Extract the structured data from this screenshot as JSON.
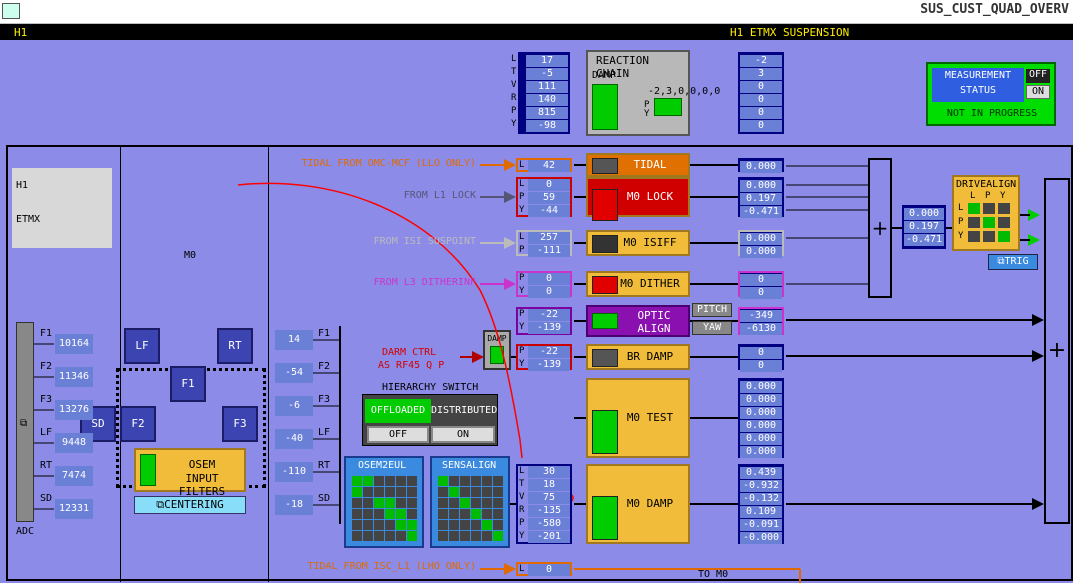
{
  "window": {
    "title": "SUS_CUST_QUAD_OVERV"
  },
  "header": {
    "left": "H1",
    "center": "H1 ETMX SUSPENSION"
  },
  "measurement": {
    "label1": "MEASUREMENT",
    "label2": "STATUS",
    "off": "OFF",
    "on": "ON",
    "status": "NOT IN PROGRESS"
  },
  "reaction": {
    "title": "REACTION CHAIN",
    "damp": "DAMP",
    "offsets": [
      "-2",
      "3",
      "0",
      "0",
      "0",
      "0"
    ],
    "p": "P",
    "y": "Y",
    "dofs": [
      "L",
      "T",
      "V",
      "R",
      "P",
      "Y"
    ],
    "values": [
      "17",
      "-5",
      "111",
      "140",
      "815",
      "-98"
    ]
  },
  "id": {
    "line1": "H1",
    "line2": "ETMX"
  },
  "m0_label": "M0",
  "rows": {
    "tidal": {
      "src": "TIDAL FROM OMC-MCF (LLO ONLY)",
      "dof": [
        "L"
      ],
      "vals": [
        "42"
      ],
      "btn": "TIDAL",
      "out": [
        "0.000"
      ]
    },
    "lock": {
      "src": "FROM L1 LOCK",
      "dof": [
        "L",
        "P",
        "Y"
      ],
      "vals": [
        "0",
        "59",
        "-44"
      ],
      "btn": "M0 LOCK",
      "out": [
        "0.000",
        "0.197",
        "-0.471"
      ]
    },
    "isiff": {
      "src": "FROM ISI SUSPOINT",
      "dof": [
        "L",
        "P"
      ],
      "vals": [
        "257",
        "-111"
      ],
      "btn": "M0 ISIFF",
      "out": [
        "0.000",
        "0.000"
      ]
    },
    "dither": {
      "src": "FROM L3 DITHERINF",
      "dof": [
        "P",
        "Y"
      ],
      "vals": [
        "0",
        "0"
      ],
      "btn": "M0 DITHER",
      "out": [
        "0",
        "0"
      ]
    },
    "optic": {
      "dof": [
        "P",
        "Y"
      ],
      "vals": [
        "-22",
        "-139"
      ],
      "btn1": "OPTIC",
      "btn2": "ALIGN",
      "pitch": "PITCH",
      "yaw": "YAW",
      "out": [
        "-349",
        "-6130"
      ]
    },
    "brdamp": {
      "dof": [
        "P",
        "Y"
      ],
      "vals": [
        "-22",
        "-139"
      ],
      "btn": "BR DAMP",
      "out": [
        "0",
        "0"
      ]
    },
    "test": {
      "btn": "M0 TEST",
      "out": [
        "0.000",
        "0.000",
        "0.000",
        "0.000",
        "0.000",
        "0.000"
      ]
    },
    "damp": {
      "dof": [
        "L",
        "T",
        "V",
        "R",
        "P",
        "Y"
      ],
      "vals": [
        "30",
        "18",
        "75",
        "-135",
        "-580",
        "-201"
      ],
      "btn": "M0 DAMP",
      "out": [
        "0.439",
        "-0.932",
        "-0.132",
        "0.109",
        "-0.091",
        "-0.000"
      ]
    },
    "tidal2": {
      "src": "TIDAL FROM ISC_L1 (LHO ONLY)",
      "dof": [
        "L"
      ],
      "vals": [
        "0"
      ],
      "to": "TO M0"
    }
  },
  "sum_out": [
    "0.000",
    "0.197",
    "-0.471"
  ],
  "drivealign": {
    "title": "DRIVEALIGN",
    "cols": [
      "L",
      "P",
      "Y"
    ],
    "rows": [
      "L",
      "P",
      "Y"
    ],
    "trig": "TRIG"
  },
  "darm": {
    "l1": "DARM CTRL",
    "l2": "AS RF45 Q P",
    "damp": "DAMP"
  },
  "hierarchy": {
    "title": "HIERARCHY SWITCH",
    "offloaded": "OFFLOADED",
    "distributed": "DISTRIBUTED",
    "off": "OFF",
    "on": "ON"
  },
  "osem": {
    "labels": [
      "F1",
      "F2",
      "F3",
      "LF",
      "RT",
      "SD"
    ],
    "adc": [
      "10164",
      "11346",
      "13276",
      "9448",
      "7474",
      "12331"
    ],
    "right": [
      "14",
      "-54",
      "-6",
      "-40",
      "-110",
      "-18"
    ],
    "adc_label": "ADC",
    "buttons": {
      "lf": "LF",
      "rt": "RT",
      "f1": "F1",
      "sd": "SD",
      "f2": "F2",
      "f3": "F3"
    },
    "filters1": "OSEM",
    "filters2": "INPUT FILTERS",
    "centering": "CENTERING"
  },
  "osem2eul": "OSEM2EUL",
  "sensalign": "SENSALIGN",
  "colors": {
    "orange": "#e06a00",
    "red": "#cc0000",
    "gray": "#bbbbbb",
    "magenta": "#cc33cc",
    "purple": "#7a00a0",
    "green": "#00cc00"
  }
}
